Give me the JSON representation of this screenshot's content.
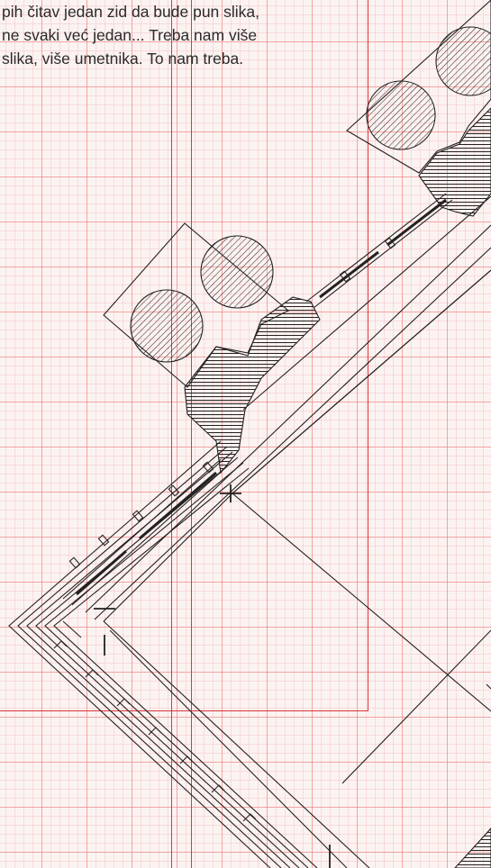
{
  "quote": {
    "lines": [
      "pih čitav jedan zid da bude pun slika,",
      "ne svaki  već jedan... Treba nam više",
      "slika, više umetnika. To nam treba."
    ]
  },
  "colors": {
    "grid_major": "#ec7878",
    "grid_minor": "#f4bebe",
    "frame_red": "#d9383a",
    "ink": "#222222",
    "paper": "#fbf3f1"
  }
}
